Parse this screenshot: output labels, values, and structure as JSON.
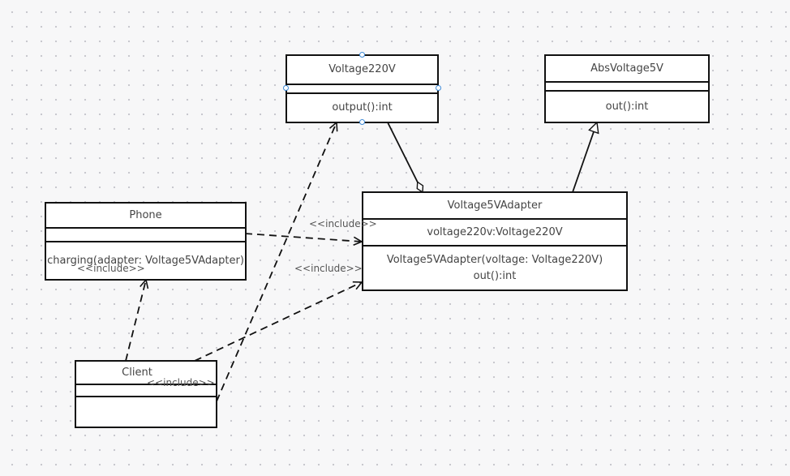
{
  "classes": {
    "voltage220v": {
      "name": "Voltage220V",
      "attributes": "",
      "methods": [
        "output():int"
      ]
    },
    "absvoltage5v": {
      "name": "AbsVoltage5V",
      "attributes": "",
      "methods": [
        "out():int"
      ]
    },
    "phone": {
      "name": "Phone",
      "attributes": "",
      "methods": [
        "charging(adapter: Voltage5VAdapter)"
      ]
    },
    "adapter": {
      "name": "Voltage5VAdapter",
      "attributes": "voltage220v:Voltage220V",
      "methods": [
        "Voltage5VAdapter(voltage: Voltage220V)",
        "out():int"
      ]
    },
    "client": {
      "name": "Client",
      "attributes": "",
      "methods": []
    }
  },
  "relations": {
    "include_label": "<<include>>"
  },
  "colors": {
    "line": "#111111",
    "selection_handle": "#3d8ad8",
    "grid_dot": "#c6c6cc",
    "background": "#f7f7f8"
  }
}
